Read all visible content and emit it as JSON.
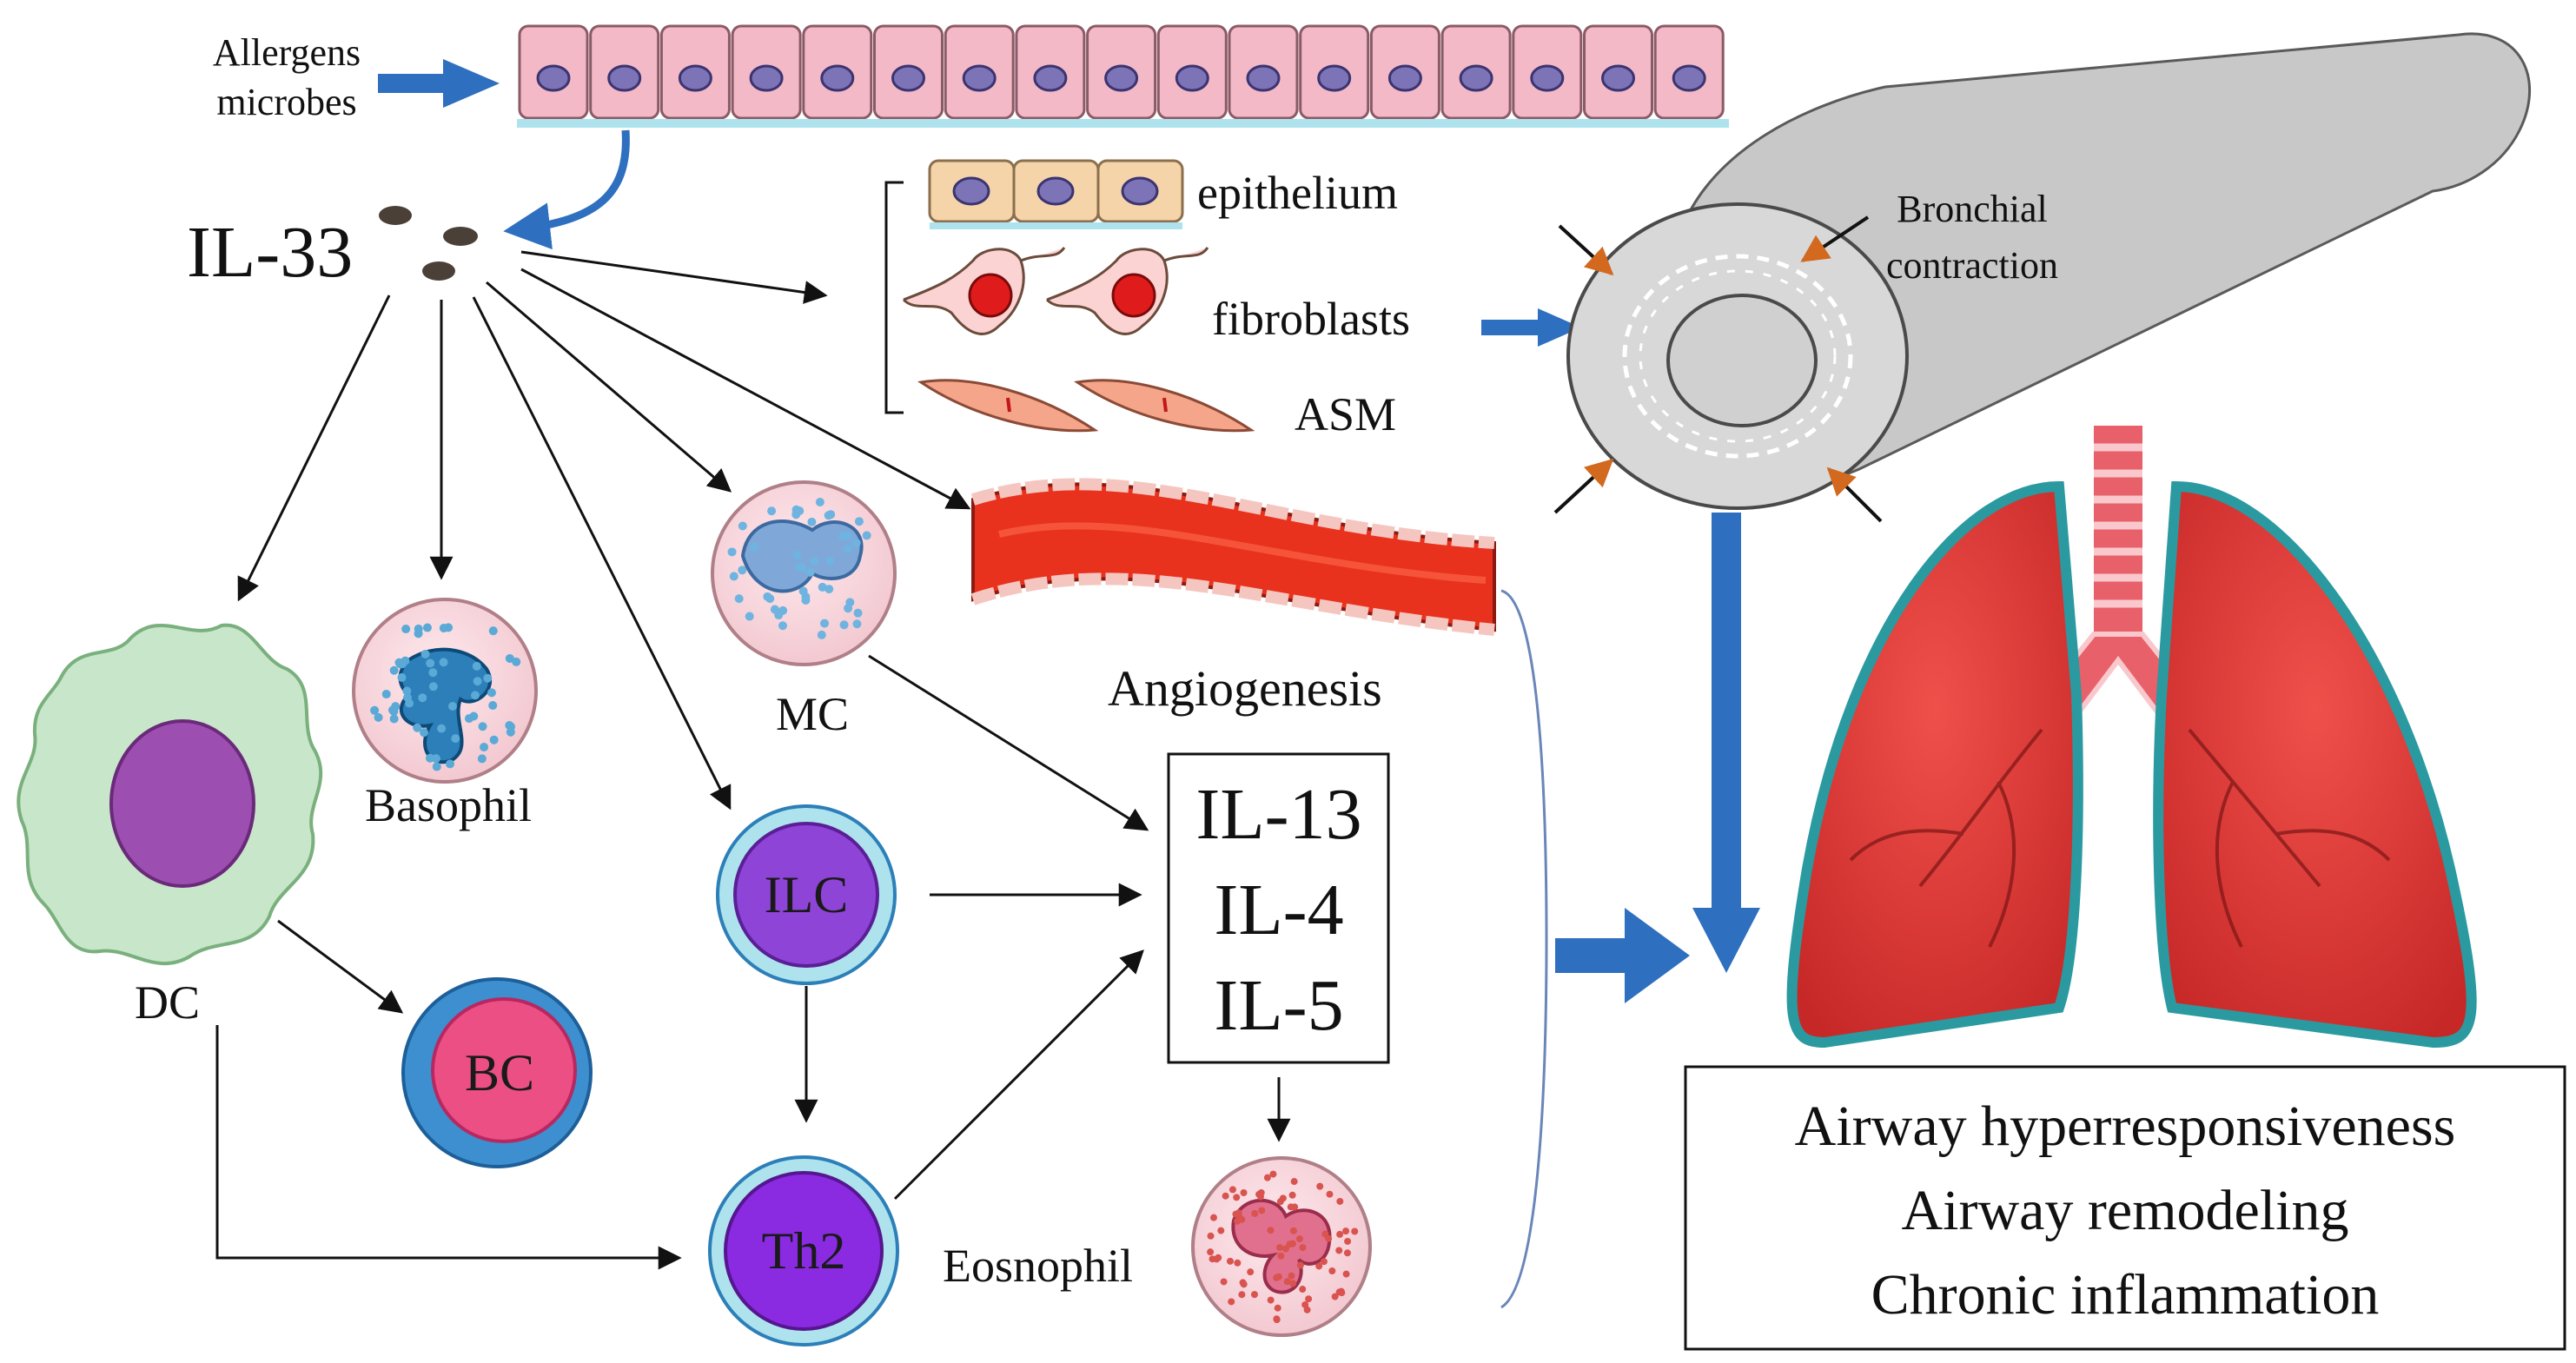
{
  "stimulus": {
    "line1": "Allergens",
    "line2": "microbes"
  },
  "cytokine_center": "IL-33",
  "structural_cells": {
    "epithelium": "epithelium",
    "fibroblasts": "fibroblasts",
    "asm": "ASM"
  },
  "bronchus": {
    "line1": "Bronchial",
    "line2": "contraction"
  },
  "immune_cells": {
    "dc": "DC",
    "basophil": "Basophil",
    "mc": "MC",
    "ilc": "ILC",
    "bc": "BC",
    "th2": "Th2",
    "eosinophil": "Eosnophil"
  },
  "angiogenesis": "Angiogenesis",
  "interleukins": [
    "IL-13",
    "IL-4",
    "IL-5"
  ],
  "outcomes": [
    "Airway hyperresponsiveness",
    "Airway remodeling",
    "Chronic inflammation"
  ],
  "colors": {
    "blue_arrow": "#2f6fbf",
    "epithelial_cell": "#f4b9c6",
    "nucleus": "#7d74b8",
    "lung": "#e53935",
    "lung_edge": "#2a9aa0",
    "vessel": "#e8321e",
    "dc_cell": "#c8e6c9",
    "ilc_cell": "#8e44d6",
    "th2_cell": "#8a2be2",
    "bc_cell": "#ec4f84"
  }
}
